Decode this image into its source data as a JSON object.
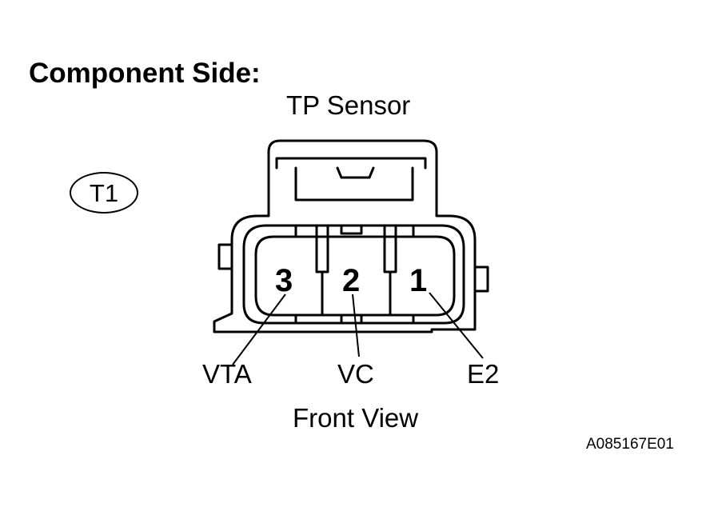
{
  "heading": "Component Side:",
  "sensor_name": "TP Sensor",
  "connector_id": "T1",
  "pins": [
    {
      "number": "3",
      "signal": "VTA"
    },
    {
      "number": "2",
      "signal": "VC"
    },
    {
      "number": "1",
      "signal": "E2"
    }
  ],
  "view_label": "Front View",
  "figure_code": "A085167E01"
}
